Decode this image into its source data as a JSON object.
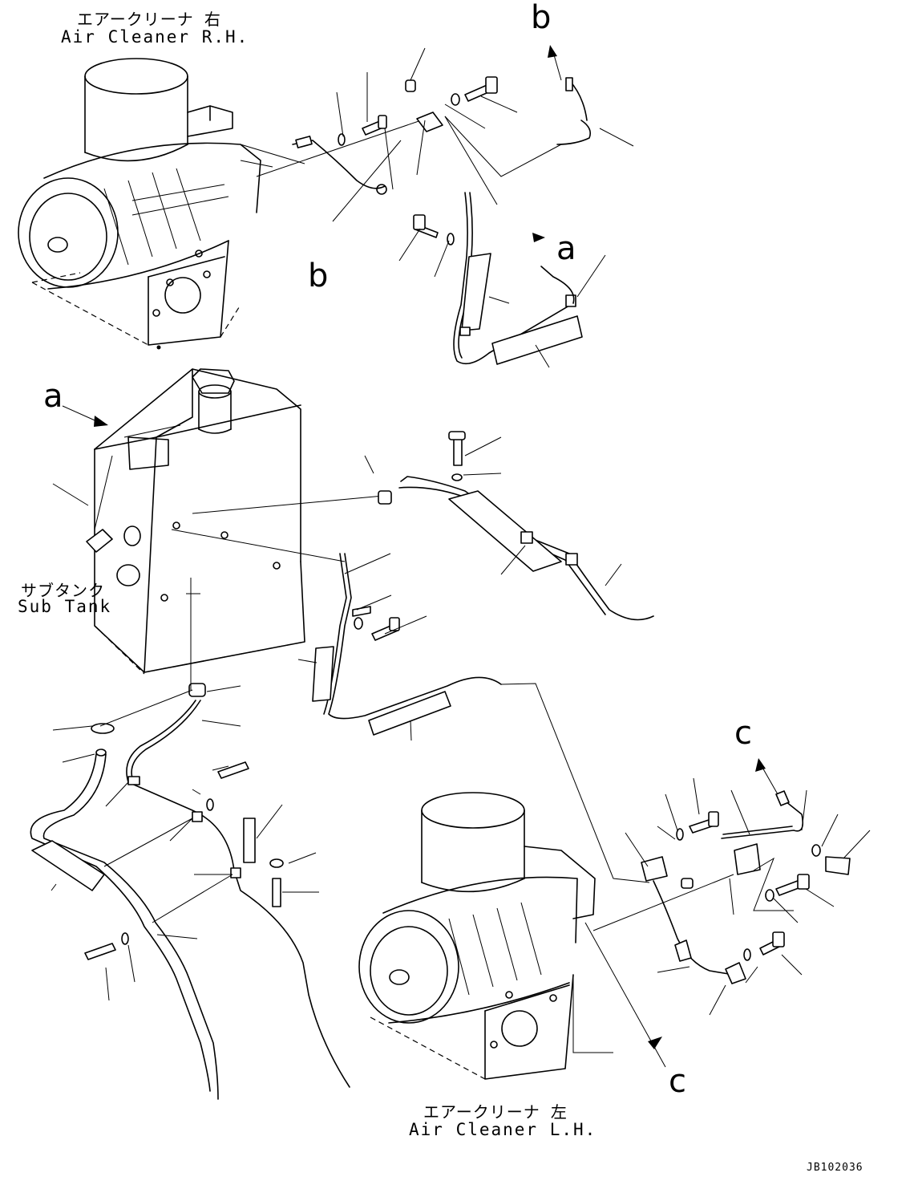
{
  "labels": {
    "air_cleaner_rh_jp": "エアークリーナ 右",
    "air_cleaner_rh_en": "Air Cleaner R.H.",
    "sub_tank_jp": "サブタンク",
    "sub_tank_en": "Sub Tank",
    "air_cleaner_lh_jp": "エアークリーナ 左",
    "air_cleaner_lh_en": "Air Cleaner L.H.",
    "doc_id": "JB102036"
  },
  "callouts": {
    "b_top": "b",
    "b_mid": "b",
    "a_right": "a",
    "a_left": "a",
    "c_top": "c",
    "c_bottom": "c"
  },
  "colors": {
    "line": "#000000",
    "background": "#ffffff"
  }
}
